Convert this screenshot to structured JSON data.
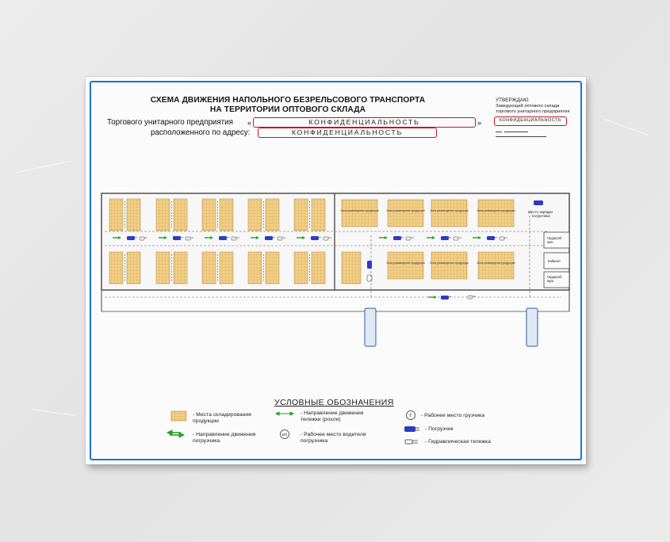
{
  "header": {
    "title_line1": "СХЕМА ДВИЖЕНИЯ НАПОЛЬНОГО БЕЗРЕЛЬСОВОГО ТРАНСПОРТА",
    "title_line2": "НА ТЕРРИТОРИИ ОПТОВОГО СКЛАДА",
    "enterprise_label": "Торгового унитарного предприятия",
    "quote_open": "«",
    "quote_close": "»",
    "enterprise_value": "КОНФИДЕНЦИАЛЬНОСТЬ",
    "address_label": "расположенного по адресу:",
    "address_value": "КОНФИДЕНЦИАЛЬНОСТЬ"
  },
  "approval": {
    "label": "УТВЕРЖДАЮ",
    "position_line1": "Заведующий оптового склада",
    "position_line2": "торгового унитарного предприятия",
    "name_value": "КОНФИДЕНЦИАЛЬНОСТЬ"
  },
  "plan": {
    "zone_label_line1": "Зона размещения",
    "zone_label_line2": "продукции",
    "loader_parking_line1": "Место зарядки",
    "loader_parking_line2": "погрузчика",
    "room_wardrobe_1": "Гардероб жен.",
    "room_office": "Кабинет",
    "room_wardrobe_2": "Гардероб муж."
  },
  "legend": {
    "title": "УСЛОВНЫЕ ОБОЗНАЧЕНИЯ",
    "items": {
      "storage": "- Места складирования\nпродукции",
      "cart_direction": "- Направление движения\nтележки (рохли)",
      "loader_worker": "- Рабочее место грузчика",
      "loader_direction": "- Направление движения\nпогрузчика",
      "driver_workplace": "- Рабочее место водителя\nпогрузчика",
      "forklift": "- Погрузчик",
      "pallet_jack": "- Гидравлическая тележка"
    },
    "symbol_letters": {
      "loader_worker": "Г",
      "driver_workplace": "ВП"
    }
  },
  "colors": {
    "frame": "#1a73d9",
    "storage_fill": "#f3cf86",
    "storage_grid": "#c59a4d",
    "forklift": "#2f3bc2",
    "cart_arrow": "#2aa02a",
    "redbox": "#c4161c"
  }
}
